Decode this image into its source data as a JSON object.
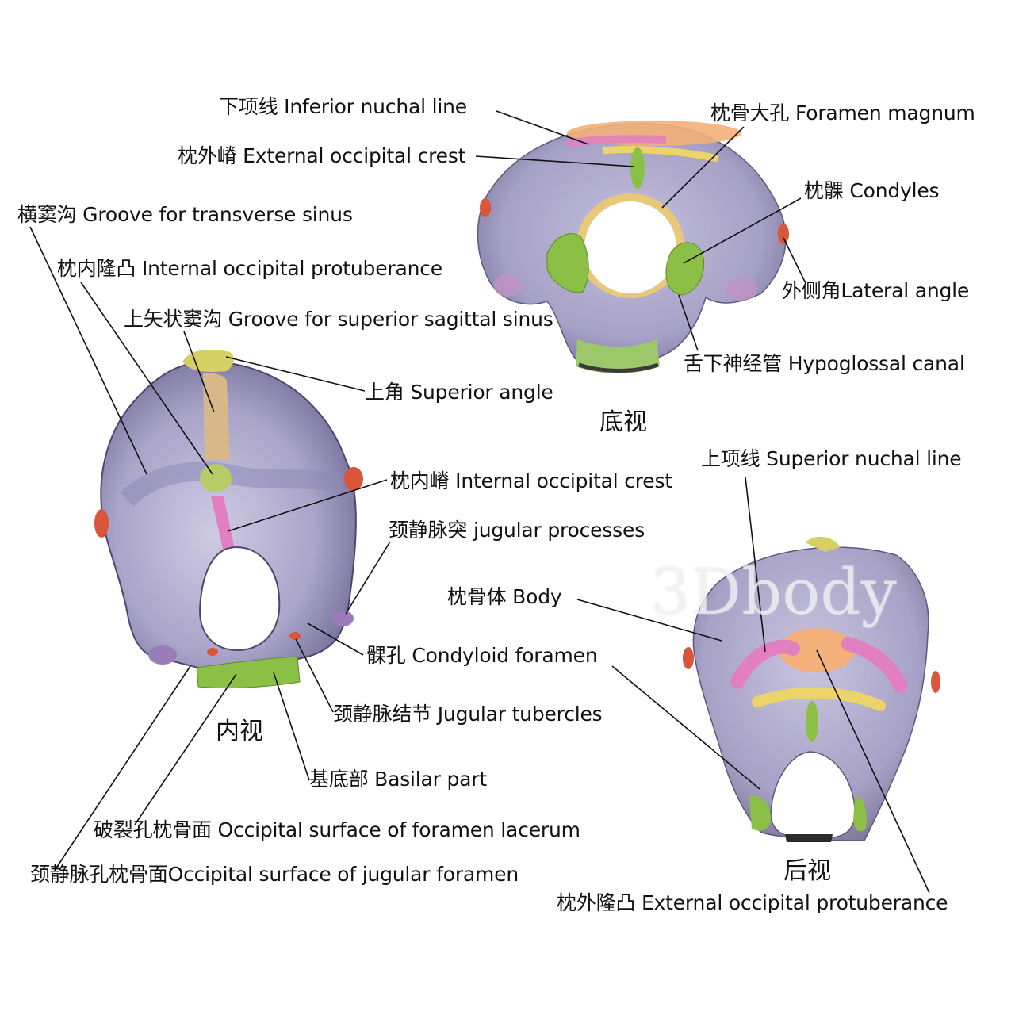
{
  "labels": {
    "inferior_nuchal_line": "下项线 Inferior nuchal line",
    "foramen_magnum": "枕骨大孔 Foramen magnum",
    "external_occipital_crest": "枕外嵴 External occipital crest",
    "condyles": "枕髁 Condyles",
    "groove_transverse_sinus": "横窦沟 Groove for transverse sinus",
    "internal_occipital_protuberance": "枕内隆凸 Internal occipital protuberance",
    "lateral_angle": "外侧角Lateral angle",
    "groove_superior_sagittal_sinus": "上矢状窦沟 Groove for superior sagittal sinus",
    "hypoglossal_canal": "舌下神经管 Hypoglossal canal",
    "superior_angle": "上角 Superior angle",
    "superior_nuchal_line": "上项线 Superior nuchal line",
    "internal_occipital_crest": "枕内嵴 Internal occipital crest",
    "jugular_processes": "颈静脉突 jugular processes",
    "body": "枕骨体 Body",
    "condyloid_foramen": "髁孔 Condyloid foramen",
    "jugular_tubercles": "颈静脉结节 Jugular tubercles",
    "basilar_part": "基底部 Basilar part",
    "foramen_lacerum_surface": "破裂孔枕骨面 Occipital surface of  foramen lacerum",
    "jugular_foramen_surface": "颈静脉孔枕骨面Occipital surface of jugular foramen",
    "external_occipital_protuberance": "枕外隆凸 External occipital protuberance"
  },
  "views": {
    "inferior": "底视",
    "internal": "内视",
    "posterior": "后视"
  },
  "watermark": "3Dbody",
  "colors": {
    "bone": "#a9a4c8",
    "bone_dark": "#6f6a93",
    "orange": "#f3b07a",
    "yellow": "#ecd36a",
    "green": "#8cbf45",
    "pink": "#e27fc0",
    "tan": "#d8b888",
    "red": "#d9563a"
  }
}
